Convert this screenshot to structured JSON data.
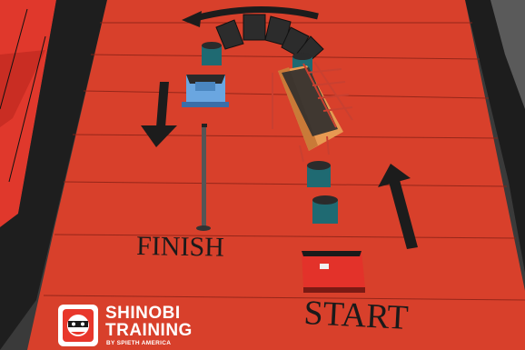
{
  "floor_labels": {
    "finish": "FINISH",
    "start": "START"
  },
  "logo": {
    "line1": "SHINOBI",
    "line2": "TRAINING",
    "tagline": "BY SPIETH AMERICA"
  },
  "colors": {
    "floor": "#d8402b",
    "wall": "#e23a2e",
    "arrow": "#1c1c1c",
    "obstacle_teal": "#1f6a72",
    "platform_orange": "#e89a52",
    "block_blue": "#6aa6e0"
  },
  "icons": [
    "ninja-mascot-icon"
  ]
}
